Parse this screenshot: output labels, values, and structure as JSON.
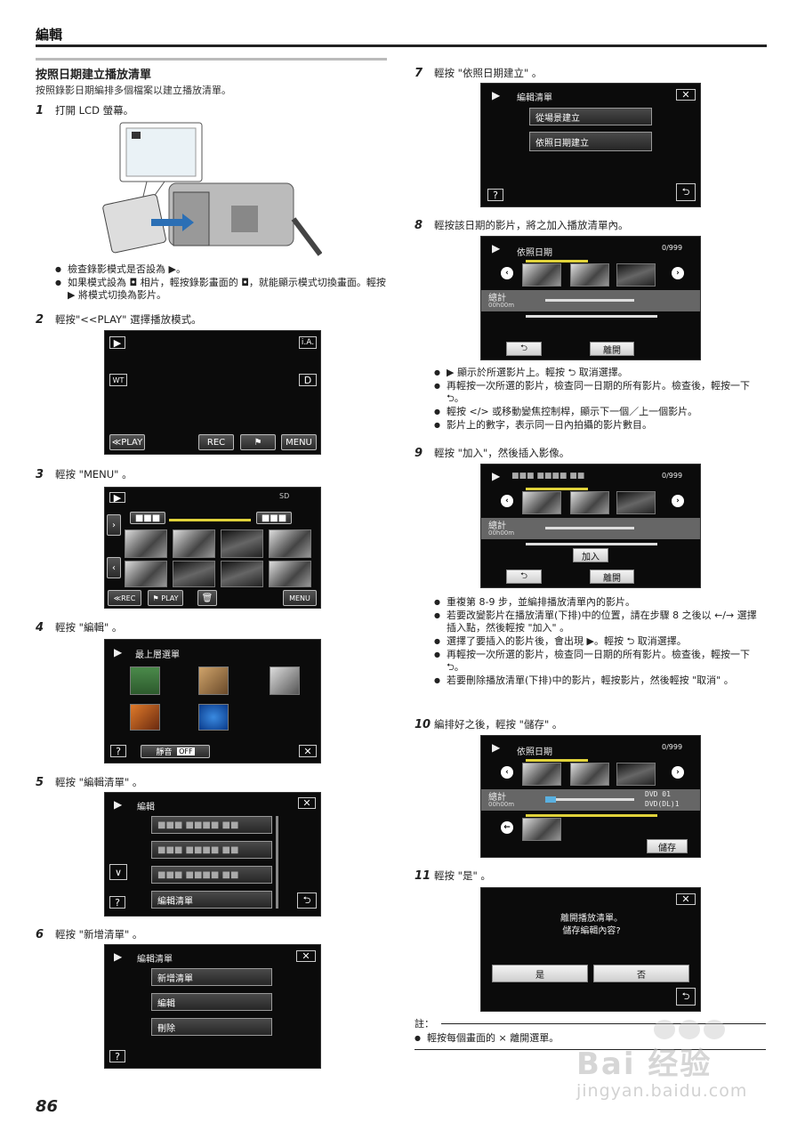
{
  "header": {
    "title": "編輯"
  },
  "section": {
    "title": "按照日期建立播放清單",
    "intro": "按照錄影日期編排多個檔案以建立播放清單。"
  },
  "steps": {
    "s1": {
      "num": "1",
      "text": "打開 LCD 螢幕。"
    },
    "s1_bullets": [
      "檢查錄影模式是否設為 ▶。",
      "如果模式設為 ◘ 相片，輕按錄影畫面的 ◘，就能顯示模式切換畫面。輕按 ▶ 將模式切換為影片。"
    ],
    "s2": {
      "num": "2",
      "text": "輕按\"<<PLAY\" 選擇播放模式。"
    },
    "s3": {
      "num": "3",
      "text": "輕按 \"MENU\" 。"
    },
    "s4": {
      "num": "4",
      "text": "輕按 \"編輯\" 。"
    },
    "s5": {
      "num": "5",
      "text": "輕按 \"編輯清單\" 。"
    },
    "s6": {
      "num": "6",
      "text": "輕按 \"新增清單\" 。"
    },
    "s7": {
      "num": "7",
      "text": "輕按 \"依照日期建立\" 。"
    },
    "s8": {
      "num": "8",
      "text": "輕按該日期的影片，將之加入播放清單內。"
    },
    "s8_bullets": [
      "▶ 顯示於所選影片上。輕按 ⮌ 取消選擇。",
      "再輕按一次所選的影片，檢查同一日期的所有影片。檢查後，輕按一下 ⮌。",
      "輕按 </> 或移動變焦控制桿，顯示下一個／上一個影片。",
      "影片上的數字，表示同一日內拍攝的影片數目。"
    ],
    "s9": {
      "num": "9",
      "text": "輕按 \"加入\"，然後插入影像。"
    },
    "s9_bullets": [
      "重複第 8-9 步，並編排播放清單內的影片。",
      "若要改變影片在播放清單(下排)中的位置，請在步驟 8 之後以 ←/→ 選擇插入點，然後輕按 \"加入\" 。",
      "選擇了要插入的影片後，會出現 ▶。輕按 ⮌ 取消選擇。",
      "再輕按一次所選的影片，檢查同一日期的所有影片。檢查後，輕按一下 ⮌。",
      "若要刪除播放清單(下排)中的影片，輕按影片，然後輕按 \"取消\" 。"
    ],
    "s10": {
      "num": "10",
      "text": "編排好之後，輕按 \"儲存\" 。"
    },
    "s11": {
      "num": "11",
      "text": "輕按 \"是\" 。"
    }
  },
  "screens": {
    "play": {
      "ia": "i.A.",
      "wt": "WT",
      "d": "D",
      "play": "≪PLAY",
      "rec": "REC",
      "menu": "MENU"
    },
    "index": {
      "sd": "SD",
      "rec": "≪REC",
      "play": "PLAY",
      "menu": "MENU"
    },
    "topmenu": {
      "title": "最上層選單",
      "help": "?",
      "mute": "靜音",
      "off": "OFF"
    },
    "edit": {
      "title": "編輯",
      "item4": "編輯清單",
      "help": "?"
    },
    "editlist": {
      "title": "編輯清單",
      "items": [
        "新增清單",
        "編輯",
        "刪除"
      ],
      "help": "?"
    },
    "create": {
      "title": "編輯清單",
      "items": [
        "從場景建立",
        "依照日期建立"
      ],
      "help": "?"
    },
    "bydate": {
      "title": "依照日期",
      "count": "0/999",
      "total": "總計",
      "time": "00h00m",
      "close": "離開"
    },
    "insert": {
      "count": "0/999",
      "total": "總計",
      "time": "00h00m",
      "add": "加入",
      "close": "離開"
    },
    "save": {
      "title": "依照日期",
      "count": "0/999",
      "total": "總計",
      "time": "00h00m",
      "dvd": "DVD 01",
      "dvddl": "DVD(DL)1",
      "save": "儲存"
    },
    "confirm": {
      "line1": "離開播放清單。",
      "line2": "儲存編輯內容?",
      "yes": "是",
      "no": "否"
    }
  },
  "note": {
    "label": "註：",
    "text": "輕按每個畫面的 × 離開選單。"
  },
  "page_number": "86",
  "watermark": {
    "brand": "Bai 经验",
    "url": "jingyan.baidu.com"
  }
}
